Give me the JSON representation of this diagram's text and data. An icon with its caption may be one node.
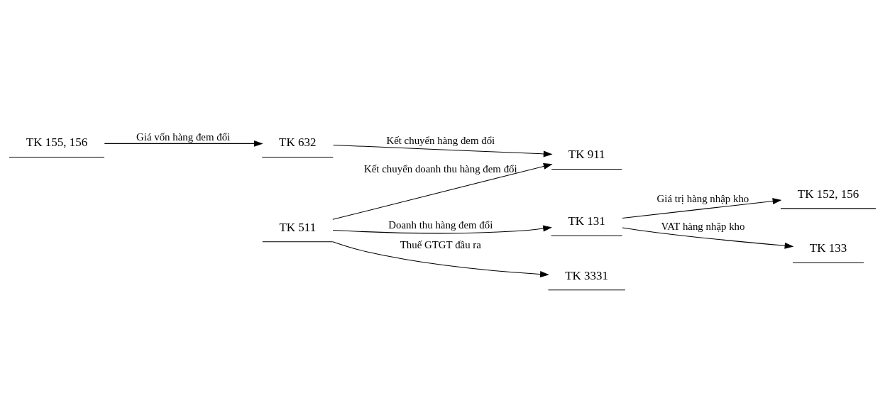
{
  "diagram": {
    "nodes": [
      {
        "text": [
          "TK 155, 156"
        ]
      },
      {
        "text": [
          "TK 632"
        ]
      },
      {
        "text": [
          "TK 911"
        ]
      },
      {
        "text": [
          "TK 511"
        ]
      },
      {
        "text": [
          "TK 152, 156"
        ]
      },
      {
        "text": [
          "TK 131"
        ]
      },
      {
        "text": [
          "TK 3331"
        ]
      },
      {
        "text": [
          "TK 133"
        ]
      }
    ],
    "edges": [
      {
        "from": 0,
        "to": 1,
        "arrow": "to",
        "label": "Giá vốn hàng đem đổi"
      },
      {
        "from": 1,
        "to": 2,
        "arrow": "to",
        "label": "Kết chuyển hàng đem đổi"
      },
      {
        "from": 3,
        "to": 2,
        "arrow": "to",
        "label": "Kết chuyển doanh thu hàng đem đổi"
      },
      {
        "from": 3,
        "to": 5,
        "arrow": "to",
        "label": "Doanh thu hàng đem đổi"
      },
      {
        "from": 5,
        "to": 4,
        "arrow": "to",
        "label": "Giá trị hàng nhập kho"
      },
      {
        "from": 3,
        "to": 6,
        "arrow": "to",
        "label": "Thuế GTGT đầu ra"
      },
      {
        "from": 5,
        "to": 7,
        "arrow": "to",
        "label": "VAT hàng nhập kho"
      }
    ]
  }
}
